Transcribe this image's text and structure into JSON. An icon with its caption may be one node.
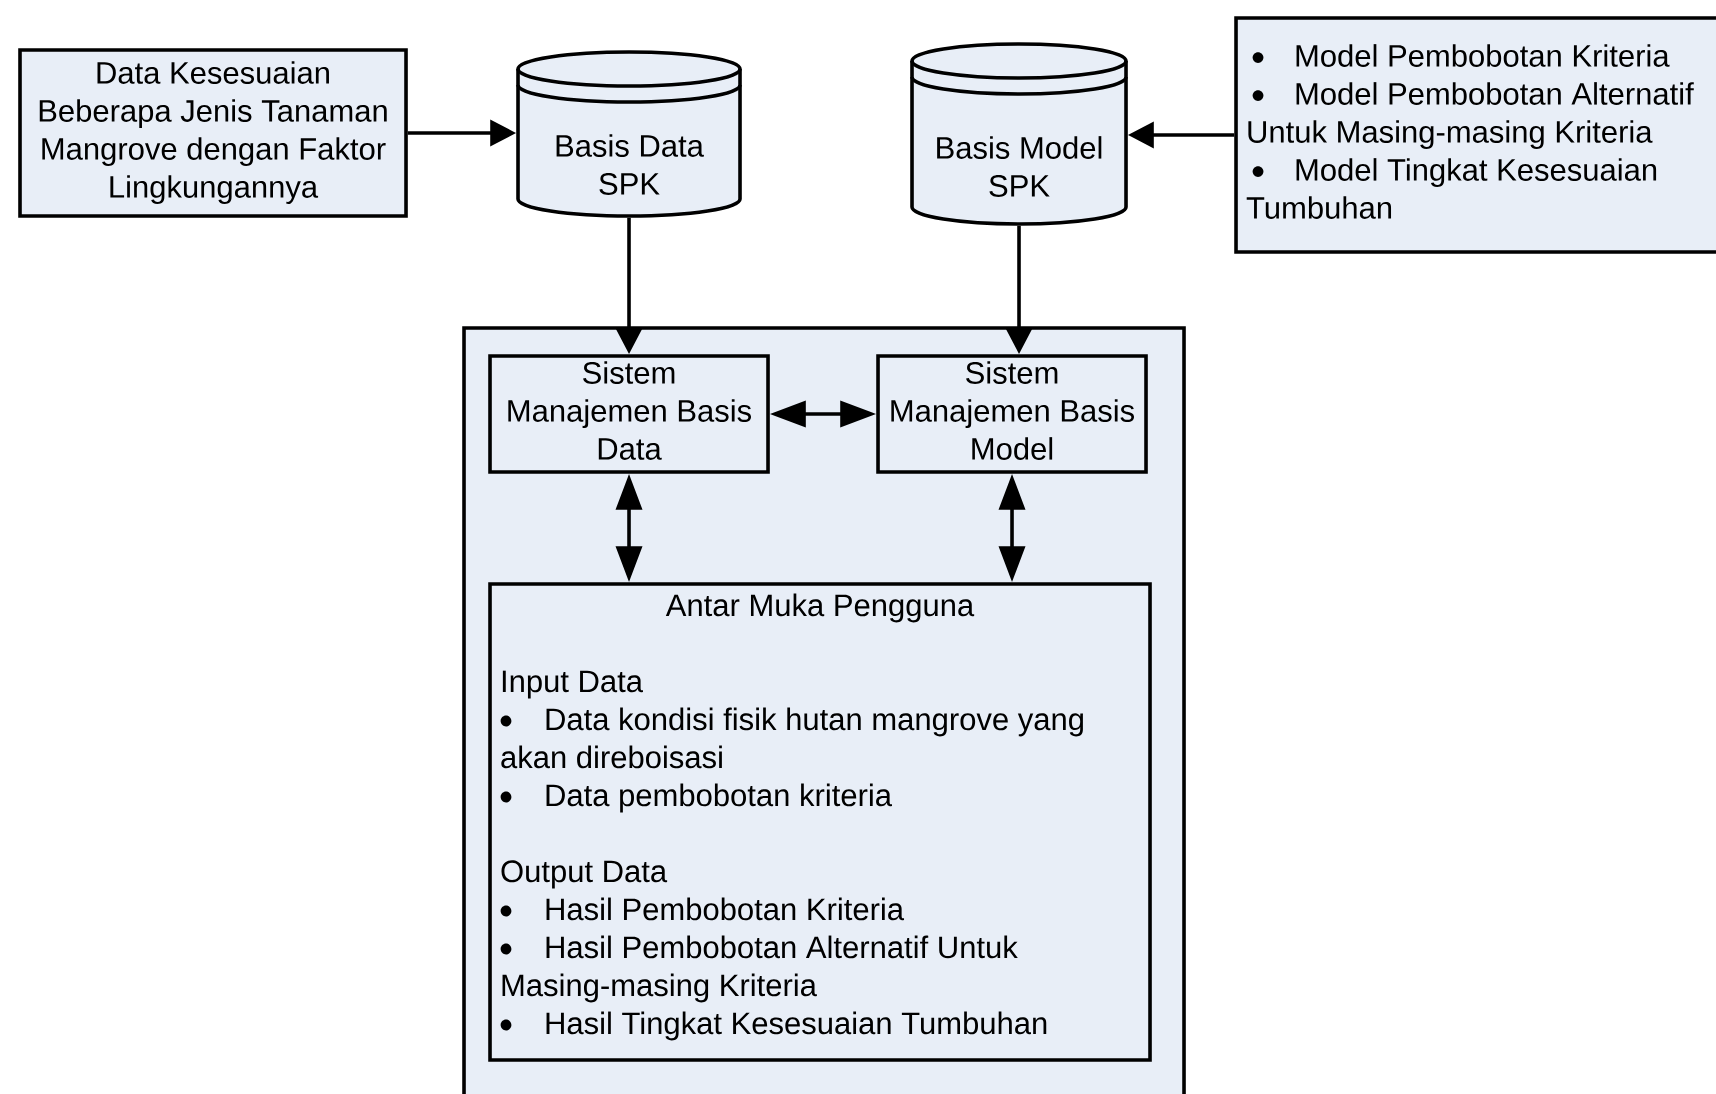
{
  "diagram": {
    "nodes": [
      {
        "text": [
          "Data Kesesuaian Beberapa Jenis Tanaman Mangrove dengan Faktor Lingkungannya"
        ]
      },
      {
        "text": [
          "Basis Data SPK"
        ]
      },
      {
        "text": [
          "Basis Model SPK"
        ]
      },
      {
        "text": [
          "Model Pembobotan Kriteria",
          "Model Pembobotan Alternatif Untuk Masing-masing Kriteria",
          "Model Tingkat Kesesuaian Tumbuhan"
        ]
      },
      {
        "text": [],
        "shape": "box"
      },
      {
        "text": [
          "Sistem Manajemen Basis Data"
        ],
        "in": 4
      },
      {
        "text": [
          "Sistem Manajemen Basis Model"
        ],
        "in": 4
      },
      {
        "text": [
          "Antar Muka Pengguna",
          "Input Data",
          "Data kondisi fisik hutan mangrove yang akan direboisasi",
          "Data pembobotan kriteria",
          "Output Data",
          "Hasil Pembobotan Kriteria",
          "Hasil Pembobotan Alternatif Untuk Masing-masing Kriteria",
          "Hasil Tingkat Kesesuaian Tumbuhan"
        ],
        "in": 4
      }
    ],
    "edges": [
      {
        "from": 0,
        "to": 1,
        "arrow": "to"
      },
      {
        "from": 3,
        "to": 2,
        "arrow": "to"
      },
      {
        "from": 1,
        "to": 5,
        "arrow": "to"
      },
      {
        "from": 2,
        "to": 6,
        "arrow": "to"
      },
      {
        "from": 5,
        "to": 6,
        "arrow": "both"
      },
      {
        "from": 5,
        "to": 7,
        "arrow": "both"
      },
      {
        "from": 6,
        "to": 7,
        "arrow": "both"
      }
    ]
  }
}
